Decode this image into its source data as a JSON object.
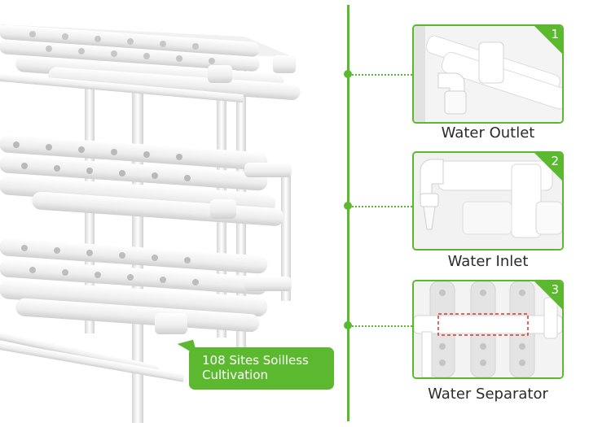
{
  "callout": {
    "line1": "108 Sites Soilless",
    "line2": "Cultivation"
  },
  "parts": [
    {
      "number": "1",
      "label": "Water Outlet"
    },
    {
      "number": "2",
      "label": "Water Inlet"
    },
    {
      "number": "3",
      "label": "Water Separator"
    }
  ],
  "colors": {
    "accent": "#5cb82f",
    "pipe": "#ffffff",
    "separator_box": "#d9342b"
  }
}
